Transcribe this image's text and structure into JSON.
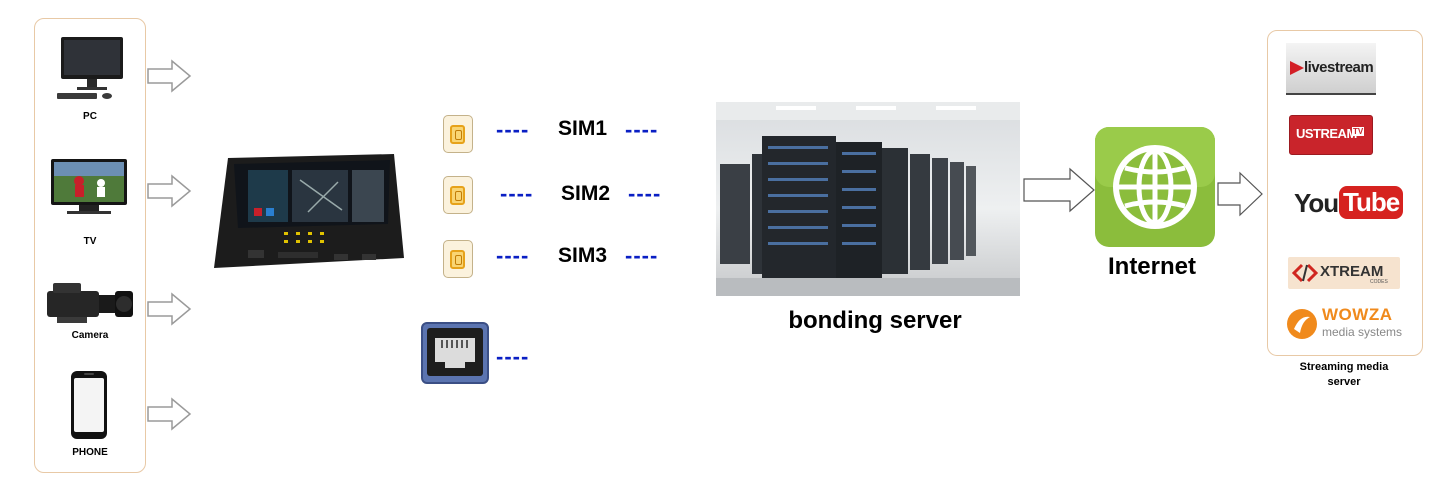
{
  "sources": {
    "pc_label": "PC",
    "tv_label": "TV",
    "camera_label": "Camera",
    "phone_label": "PHONE"
  },
  "sims": {
    "sim1": "SIM1",
    "sim2": "SIM2",
    "sim3": "SIM3",
    "dash": "----"
  },
  "server": {
    "label": "bonding server"
  },
  "internet": {
    "label": "Internet"
  },
  "streaming": {
    "livestream": "livestream",
    "ustream": "USTREAM",
    "ustream_tv": "TV",
    "youtube_you": "You",
    "youtube_tube": "Tube",
    "xtream": "XTREAM",
    "xtream_sub": "CODES",
    "wowza": "WOWZA",
    "wowza_sub": "media systems",
    "panel_label_1": "Streaming media",
    "panel_label_2": "server"
  },
  "colors": {
    "dash_blue": "#0a1fc4",
    "panel_border": "#e8c9a6",
    "globe_green": "#8bbd3c",
    "ustream_red": "#c9242b",
    "youtube_red": "#d6221f",
    "wowza_orange": "#f08a1c"
  }
}
